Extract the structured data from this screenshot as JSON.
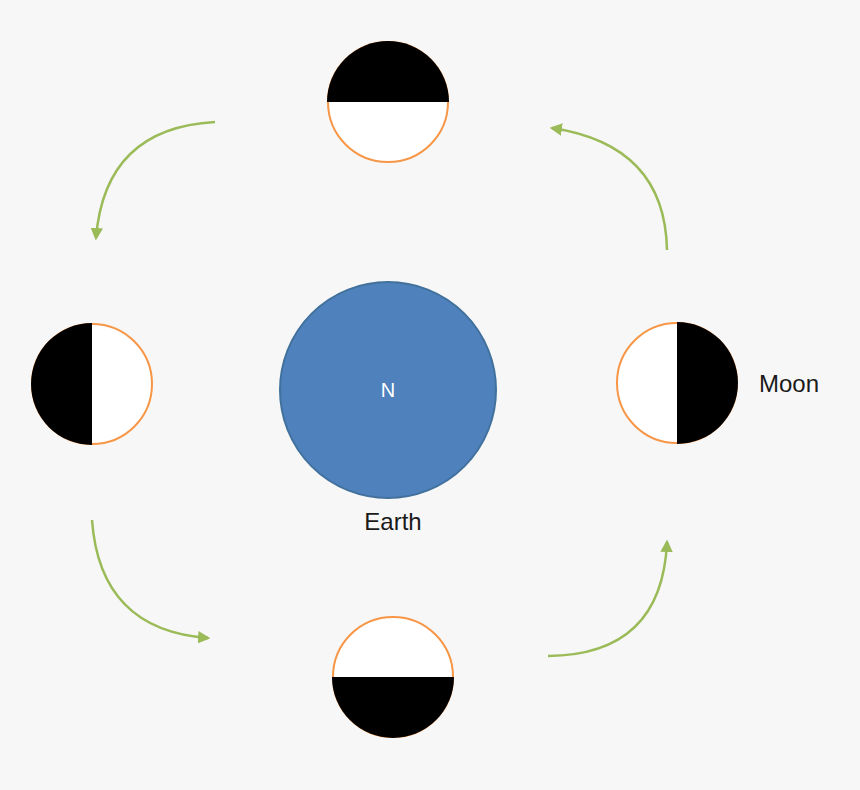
{
  "diagram": {
    "nodes": [
      {
        "text": [
          "N",
          "Earth"
        ]
      },
      {
        "text": [
          "Moon"
        ]
      }
    ]
  }
}
